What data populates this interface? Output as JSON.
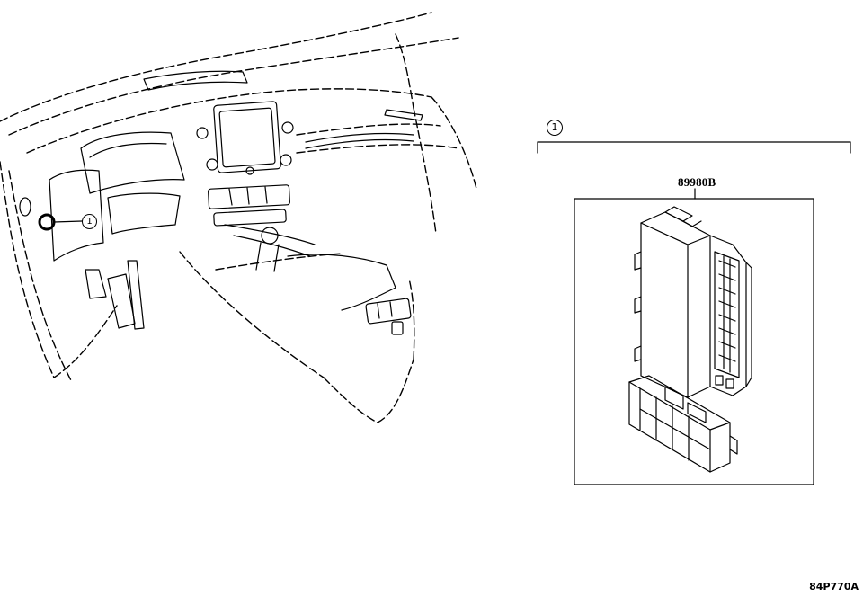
{
  "diagram": {
    "part_number": "89980B",
    "callout_ref": "1",
    "drawing_code": "84P770A",
    "line_color": "#000000",
    "background_color": "#ffffff"
  }
}
